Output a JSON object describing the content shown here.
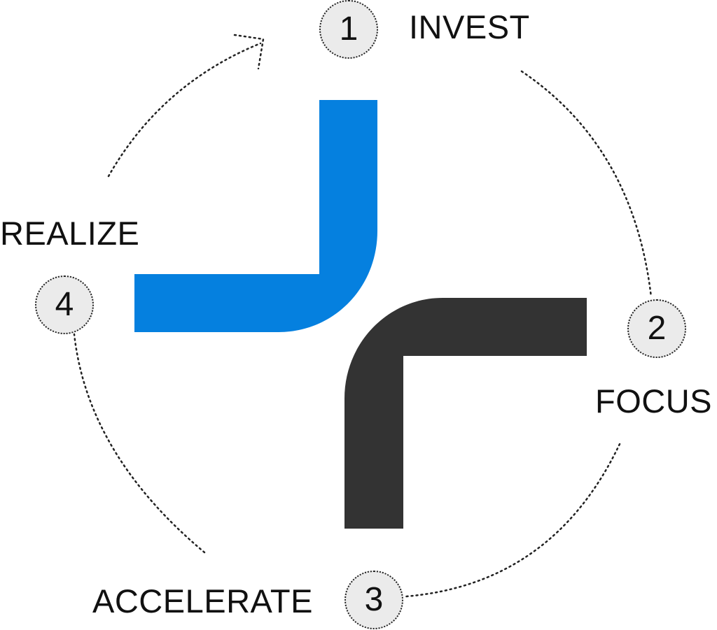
{
  "colors": {
    "accent_blue": "#0580DF",
    "shape_dark": "#333333",
    "badge_fill": "#EBEBEB",
    "text": "#111111",
    "dotted_line": "#222222"
  },
  "steps": [
    {
      "number": "1",
      "label": "INVEST"
    },
    {
      "number": "2",
      "label": "FOCUS"
    },
    {
      "number": "3",
      "label": "ACCELERATE"
    },
    {
      "number": "4",
      "label": "REALIZE"
    }
  ]
}
